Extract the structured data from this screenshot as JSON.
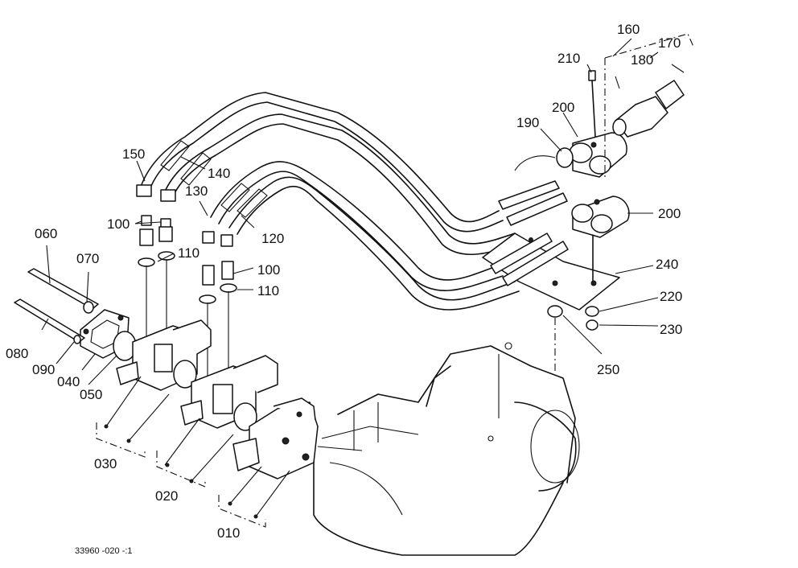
{
  "labels": {
    "p010": "010",
    "p020": "020",
    "p030": "030",
    "p040": "040",
    "p050": "050",
    "p060": "060",
    "p070": "070",
    "p080": "080",
    "p090": "090",
    "p100a": "100",
    "p100b": "100",
    "p110a": "110",
    "p110b": "110",
    "p120": "120",
    "p130": "130",
    "p140": "140",
    "p150": "150",
    "p160": "160",
    "p170": "170",
    "p180": "180",
    "p190": "190",
    "p200a": "200",
    "p200b": "200",
    "p210": "210",
    "p220": "220",
    "p230": "230",
    "p240": "240",
    "p250": "250"
  },
  "drawing_code": "33960 -020 -:1"
}
